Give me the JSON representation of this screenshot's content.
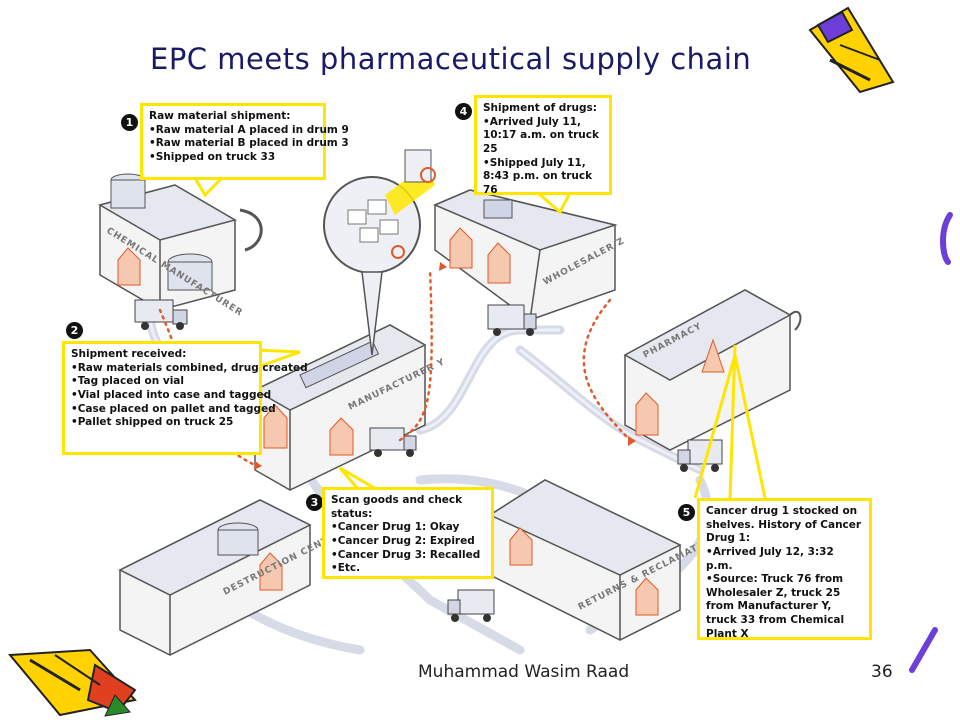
{
  "title": "EPC meets pharmaceutical supply chain",
  "footer": {
    "author": "Muhammad Wasim Raad",
    "page": "36"
  },
  "buildings": {
    "chemical": "CHEMICAL MANUFACTURER",
    "manufacturer": "MANUFACTURER Y",
    "wholesaler": "WHOLESALER Z",
    "pharmacy": "PHARMACY",
    "destruction": "DESTRUCTION CENTER",
    "returns": "RETURNS & RECLAMATION CENTER"
  },
  "callouts": [
    {
      "number": "1",
      "head": "Raw material shipment:",
      "items": [
        "Raw material A placed in drum 9",
        "Raw material B placed in drum 3",
        "Shipped on truck 33"
      ]
    },
    {
      "number": "2",
      "head": "Shipment received:",
      "items": [
        "Raw materials combined, drug created",
        "Tag placed on vial",
        "Vial placed into case and tagged",
        "Case placed on pallet and tagged",
        "Pallet shipped on truck 25"
      ]
    },
    {
      "number": "3",
      "head": "Scan goods and check status:",
      "items": [
        "Cancer Drug 1: Okay",
        "Cancer Drug 2: Expired",
        "Cancer Drug 3: Recalled",
        "Etc."
      ]
    },
    {
      "number": "4",
      "head": "Shipment of drugs:",
      "items": [
        "Arrived July 11, 10:17 a.m. on truck 25",
        "Shipped July 11, 8:43 p.m. on truck 76"
      ]
    },
    {
      "number": "5",
      "head": "Cancer drug 1 stocked on shelves. History of Cancer Drug 1:",
      "items": [
        "Arrived July 12, 3:32 p.m.",
        "Source: Truck 76 from Wholesaler Z, truck 25 from Manufacturer Y, truck 33 from Chemical Plant X"
      ]
    }
  ],
  "trucks": [
    "33",
    "25",
    "76"
  ],
  "colors": {
    "title": "#1a1a66",
    "callout_border": "#ffe600",
    "route": "#e05a2a",
    "road": "#d7dbe8",
    "deco_purple": "#6b3fd8",
    "deco_yellow": "#ffd200"
  }
}
